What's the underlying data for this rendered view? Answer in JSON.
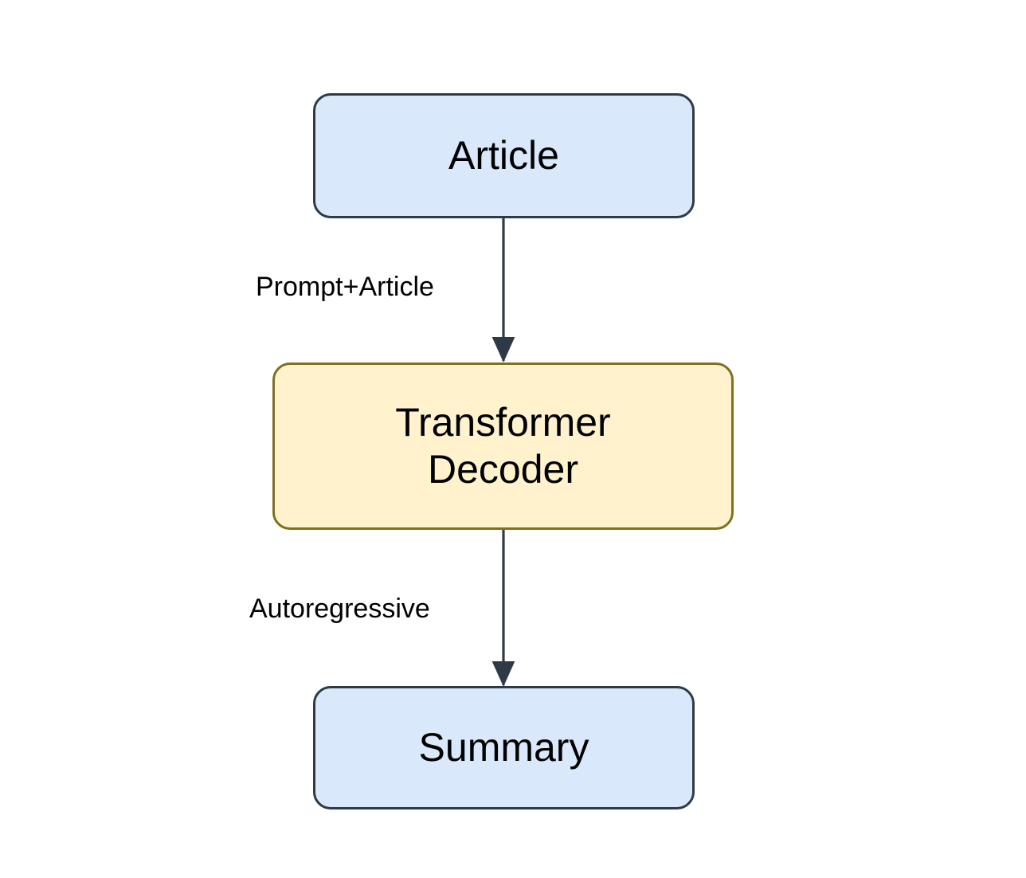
{
  "diagram": {
    "type": "flowchart",
    "direction": "top-to-bottom",
    "background_color": "#ffffff",
    "nodes": [
      {
        "id": "article",
        "label": "Article",
        "shape": "rounded-rectangle",
        "fill_color": "#dae8fc",
        "border_color": "#2e3a46",
        "text_color": "#000000"
      },
      {
        "id": "transformer_decoder",
        "label": "Transformer\nDecoder",
        "shape": "rounded-rectangle",
        "fill_color": "#fff2cc",
        "border_color": "#806f1e",
        "text_color": "#000000"
      },
      {
        "id": "summary",
        "label": "Summary",
        "shape": "rounded-rectangle",
        "fill_color": "#dae8fc",
        "border_color": "#2e3a46",
        "text_color": "#000000"
      }
    ],
    "edges": [
      {
        "id": "article_to_decoder",
        "from": "article",
        "to": "transformer_decoder",
        "label": "Prompt+Article",
        "arrow": "filled-triangle",
        "color": "#2e3a46"
      },
      {
        "id": "decoder_to_summary",
        "from": "transformer_decoder",
        "to": "summary",
        "label": "Autoregressive",
        "arrow": "filled-triangle",
        "color": "#2e3a46"
      }
    ]
  }
}
